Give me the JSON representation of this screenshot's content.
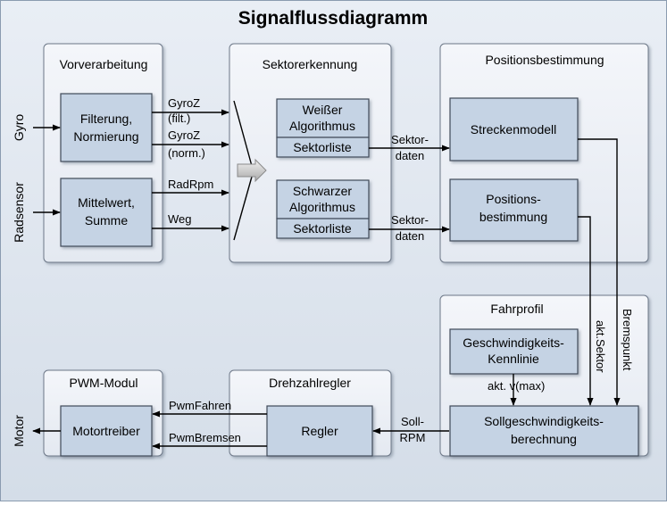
{
  "title": "Signalflussdiagramm",
  "inputs": {
    "gyro": "Gyro",
    "radsensor": "Radsensor"
  },
  "output": {
    "motor": "Motor"
  },
  "vorverarbeitung": {
    "header": "Vorverarbeitung",
    "box1": [
      "Filterung,",
      "Normierung"
    ],
    "box2": [
      "Mittelwert,",
      "Summe"
    ]
  },
  "sektorerkennung": {
    "header": "Sektorerkennung",
    "weiss": [
      "Weißer",
      "Algorithmus"
    ],
    "schwarz": [
      "Schwarzer",
      "Algorithmus"
    ],
    "sektorliste": "Sektorliste"
  },
  "positionsbestimmung": {
    "header": "Positionsbestimmung",
    "streckenmodell": "Streckenmodell",
    "position": [
      "Positions-",
      "bestimmung"
    ]
  },
  "fahrprofil": {
    "header": "Fahrprofil",
    "kennlinie": [
      "Geschwindigkeits-",
      "Kennlinie"
    ],
    "berechnung": [
      "Sollgeschwindigkeits-",
      "berechnung"
    ]
  },
  "drehzahlregler": {
    "header": "Drehzahlregler",
    "regler": "Regler"
  },
  "pwm": {
    "header": "PWM-Modul",
    "motortreiber": "Motortreiber"
  },
  "signals": {
    "gyroz": "GyroZ",
    "filt": "(filt.)",
    "norm": "(norm.)",
    "radrpm": "RadRpm",
    "weg": "Weg",
    "sektordaten": [
      "Sektor-",
      "daten"
    ],
    "akt_sektor": "akt.Sektor",
    "bremspunkt": "Bremspunkt",
    "akt_v": "akt. v(max)",
    "soll_rpm": [
      "Soll-",
      "RPM"
    ],
    "pwm_fahren": "PwmFahren",
    "pwm_bremsen": "PwmBremsen"
  },
  "colors": {
    "group": "#eef1f6",
    "block": "#c5d3e4",
    "border": "#3f4a58",
    "line": "#000000"
  }
}
